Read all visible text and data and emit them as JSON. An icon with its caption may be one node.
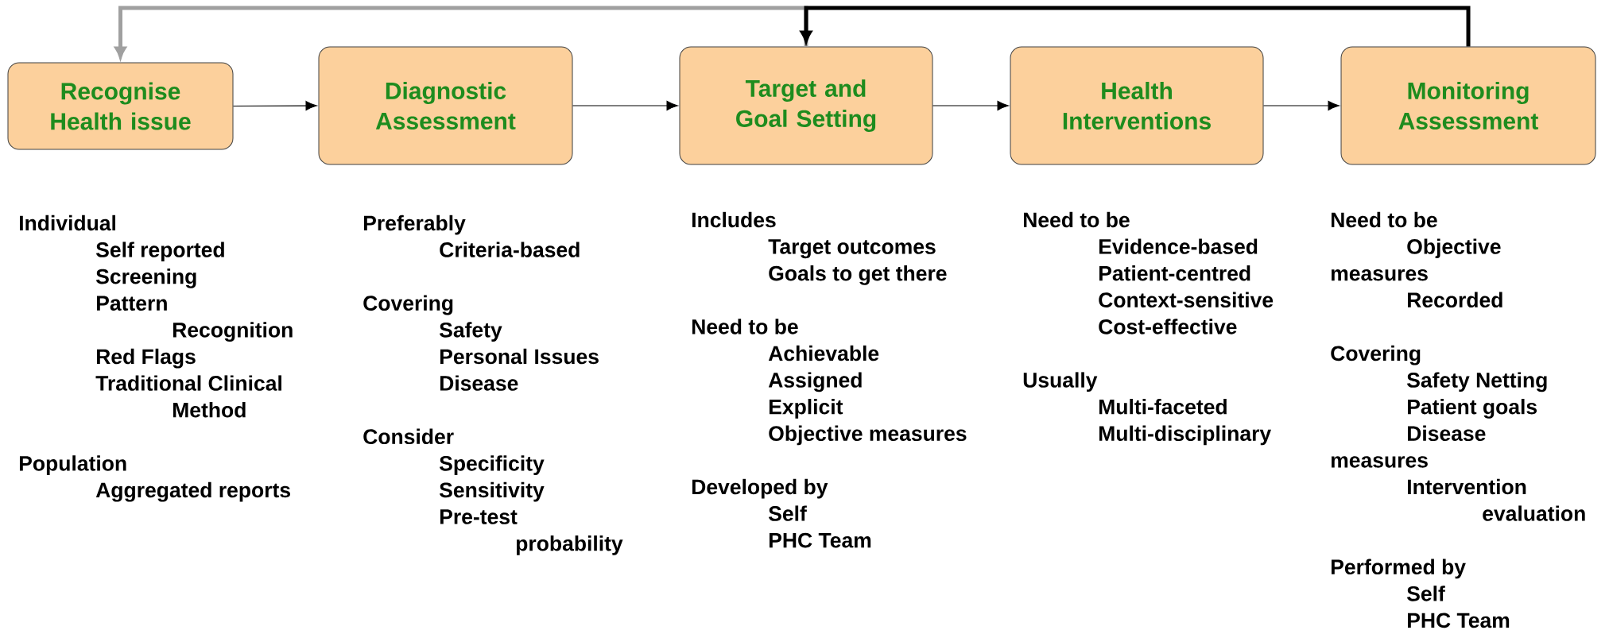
{
  "diagram": {
    "nodes": [
      {
        "text": [
          "Recognise Health issue"
        ],
        "beside": [
          "Individual",
          "Self reported",
          "Screening",
          "Pattern",
          "Recognition",
          "Red Flags",
          "Traditional Clinical",
          "Method",
          "Population",
          "Aggregated reports"
        ]
      },
      {
        "text": [
          "Diagnostic Assessment"
        ],
        "beside": [
          "Preferably",
          "Criteria-based",
          "Covering",
          "Safety",
          "Personal Issues",
          "Disease",
          "Consider",
          "Specificity",
          "Sensitivity",
          "Pre-test",
          "probability"
        ]
      },
      {
        "text": [
          "Target and Goal Setting"
        ],
        "beside": [
          "Includes",
          "Target outcomes",
          "Goals to get there",
          "Need to be",
          "Achievable",
          "Assigned",
          "Explicit",
          "Objective measures",
          "Developed by",
          "Self",
          "PHC Team"
        ]
      },
      {
        "text": [
          "Health Interventions"
        ],
        "beside": [
          "Need to be",
          "Evidence-based",
          "Patient-centred",
          "Context-sensitive",
          "Cost-effective",
          "Usually",
          "Multi-faceted",
          "Multi-disciplinary"
        ]
      },
      {
        "text": [
          "Monitoring Assessment"
        ],
        "beside": [
          "Need to be",
          "Objective",
          "measures",
          "Recorded",
          "Covering",
          "Safety Netting",
          "Patient goals",
          "Disease",
          "measures",
          "Intervention",
          "evaluation",
          "Performed by",
          "Self",
          "PHC Team"
        ]
      }
    ],
    "edges": [
      {
        "from": 0,
        "to": 1,
        "arrow": "to"
      },
      {
        "from": 1,
        "to": 2,
        "arrow": "to"
      },
      {
        "from": 2,
        "to": 3,
        "arrow": "to"
      },
      {
        "from": 3,
        "to": 4,
        "arrow": "to"
      },
      {
        "from": 2,
        "to": 0,
        "arrow": "to",
        "style": "thick",
        "color": "#a0a0a0"
      },
      {
        "from": 4,
        "to": 2,
        "arrow": "to",
        "style": "thick"
      }
    ]
  }
}
